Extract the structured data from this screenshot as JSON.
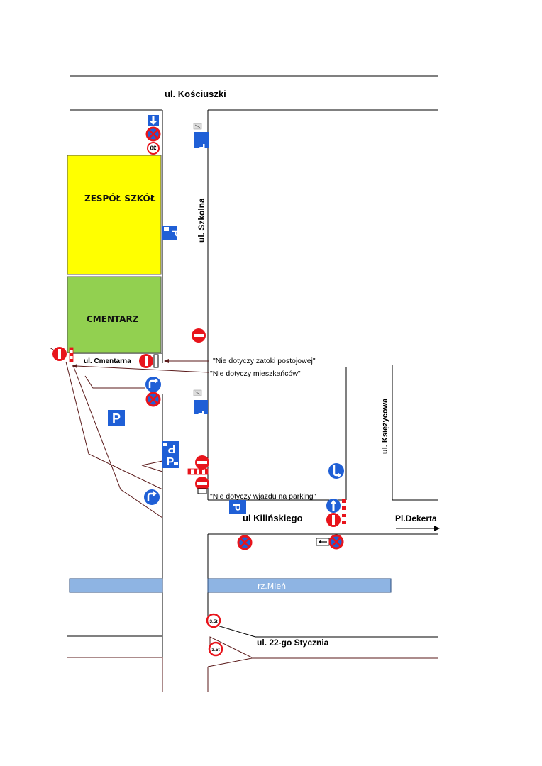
{
  "streets": {
    "kosciuszki": "ul. Kościuszki",
    "szkolna": "ul. Szkolna",
    "cmentarna": "ul. Cmentarna",
    "ksiezycowa": "ul. Księżycowa",
    "kilinskiego": "ul Kilińskiego",
    "dekerta": "Pl.Dekerta",
    "stycznia": "ul. 22-go Stycznia"
  },
  "areas": {
    "school": "ZESPÓŁ SZKÓŁ",
    "cemetery": "CMENTARZ",
    "river": "rz.Mień"
  },
  "notes": {
    "bay": "\"Nie dotyczy zatoki postojowej\"",
    "residents": "\"Nie dotyczy mieszkańców\"",
    "parking_entry": "\"Nie dotyczy wjazdu na parking\""
  },
  "signs": {
    "speed_limit": "30",
    "weight_limit": "3.5t",
    "parking": "P"
  },
  "colors": {
    "school": "#ffff00",
    "cemetery": "#92d050",
    "river": "#8eb4e3",
    "sign_blue": "#1f5fd6",
    "sign_red": "#e8141b",
    "road_line": "#000000",
    "path_line": "#5a1a1a"
  }
}
